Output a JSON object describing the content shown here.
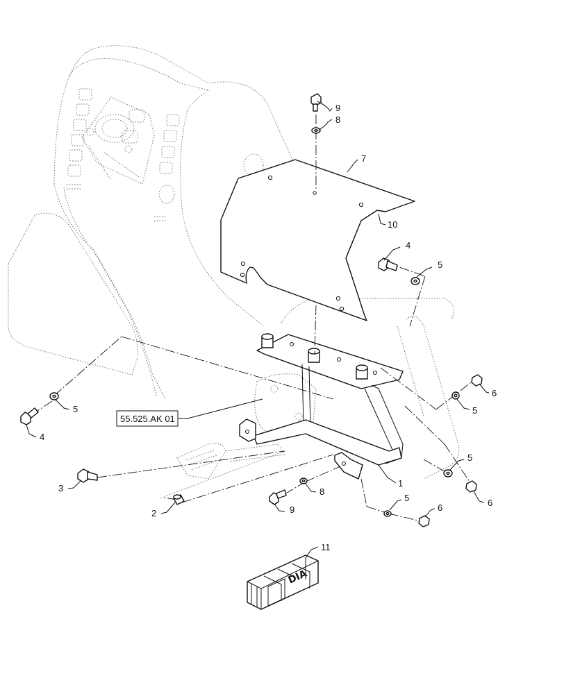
{
  "callouts": {
    "c1": "1",
    "c2": "2",
    "c3": "3",
    "c4a": "4",
    "c4b": "4",
    "c5a": "5",
    "c5b": "5",
    "c5c": "5",
    "c5d": "5",
    "c5e": "5",
    "c6a": "6",
    "c6b": "6",
    "c6c": "6",
    "c7": "7",
    "c8a": "8",
    "c8b": "8",
    "c9a": "9",
    "c9b": "9",
    "c10": "10",
    "c11": "11"
  },
  "reference": {
    "label": "55.525.AK 01"
  },
  "kit_label": "DIA"
}
